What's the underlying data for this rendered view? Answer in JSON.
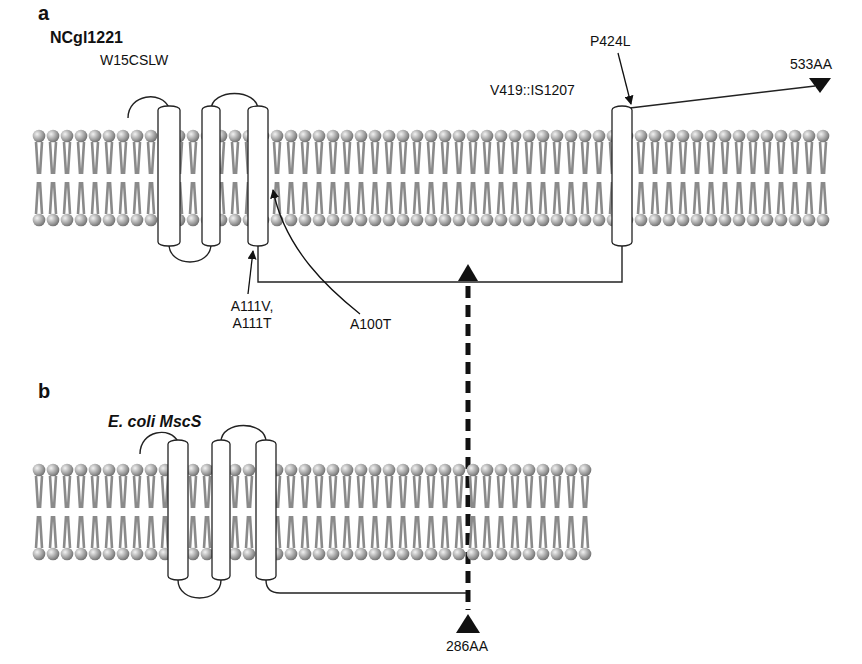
{
  "diagram": {
    "labels": [
      "a",
      "NCgl1221",
      "W15CSLW",
      "P424L",
      "533AA",
      "V419::IS1207",
      "A111V, A111T",
      "A100T",
      "b",
      "E. coli MscS",
      "286AA"
    ]
  }
}
